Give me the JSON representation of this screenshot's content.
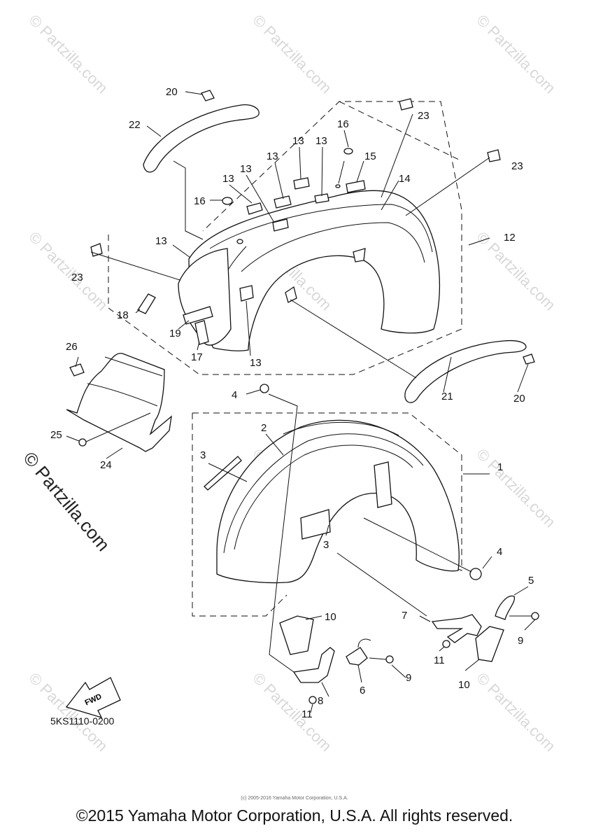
{
  "watermark": {
    "text": "© Partzilla.com",
    "side_text": "© Partzilla.com"
  },
  "diagram_code": "5KS1110-0200",
  "fwd_label": "FWD",
  "tiny_credit": "(c) 2005-2016 Yamaha Motor Corporation, U.S.A.",
  "footer": "©2015 Yamaha Motor Corporation, U.S.A. All rights reserved.",
  "callouts": {
    "c20a": "20",
    "c22": "22",
    "c13a": "13",
    "c13b": "13",
    "c13c": "13",
    "c13d": "13",
    "c16a": "16",
    "c16b": "16",
    "c15": "15",
    "c14": "14",
    "c23a": "23",
    "c23b": "23",
    "c23c": "23",
    "c13e": "13",
    "c12": "12",
    "c18": "18",
    "c19": "19",
    "c17": "17",
    "c13f": "13",
    "c26": "26",
    "c25": "25",
    "c24": "24",
    "c20b": "20",
    "c21": "21",
    "c4a": "4",
    "c2": "2",
    "c3a": "3",
    "c3b": "3",
    "c1": "1",
    "c4b": "4",
    "c5": "5",
    "c7": "7",
    "c9a": "9",
    "c10a": "10",
    "c11a": "11",
    "c10b": "10",
    "c6": "6",
    "c9b": "9",
    "c8": "8",
    "c11b": "11"
  }
}
